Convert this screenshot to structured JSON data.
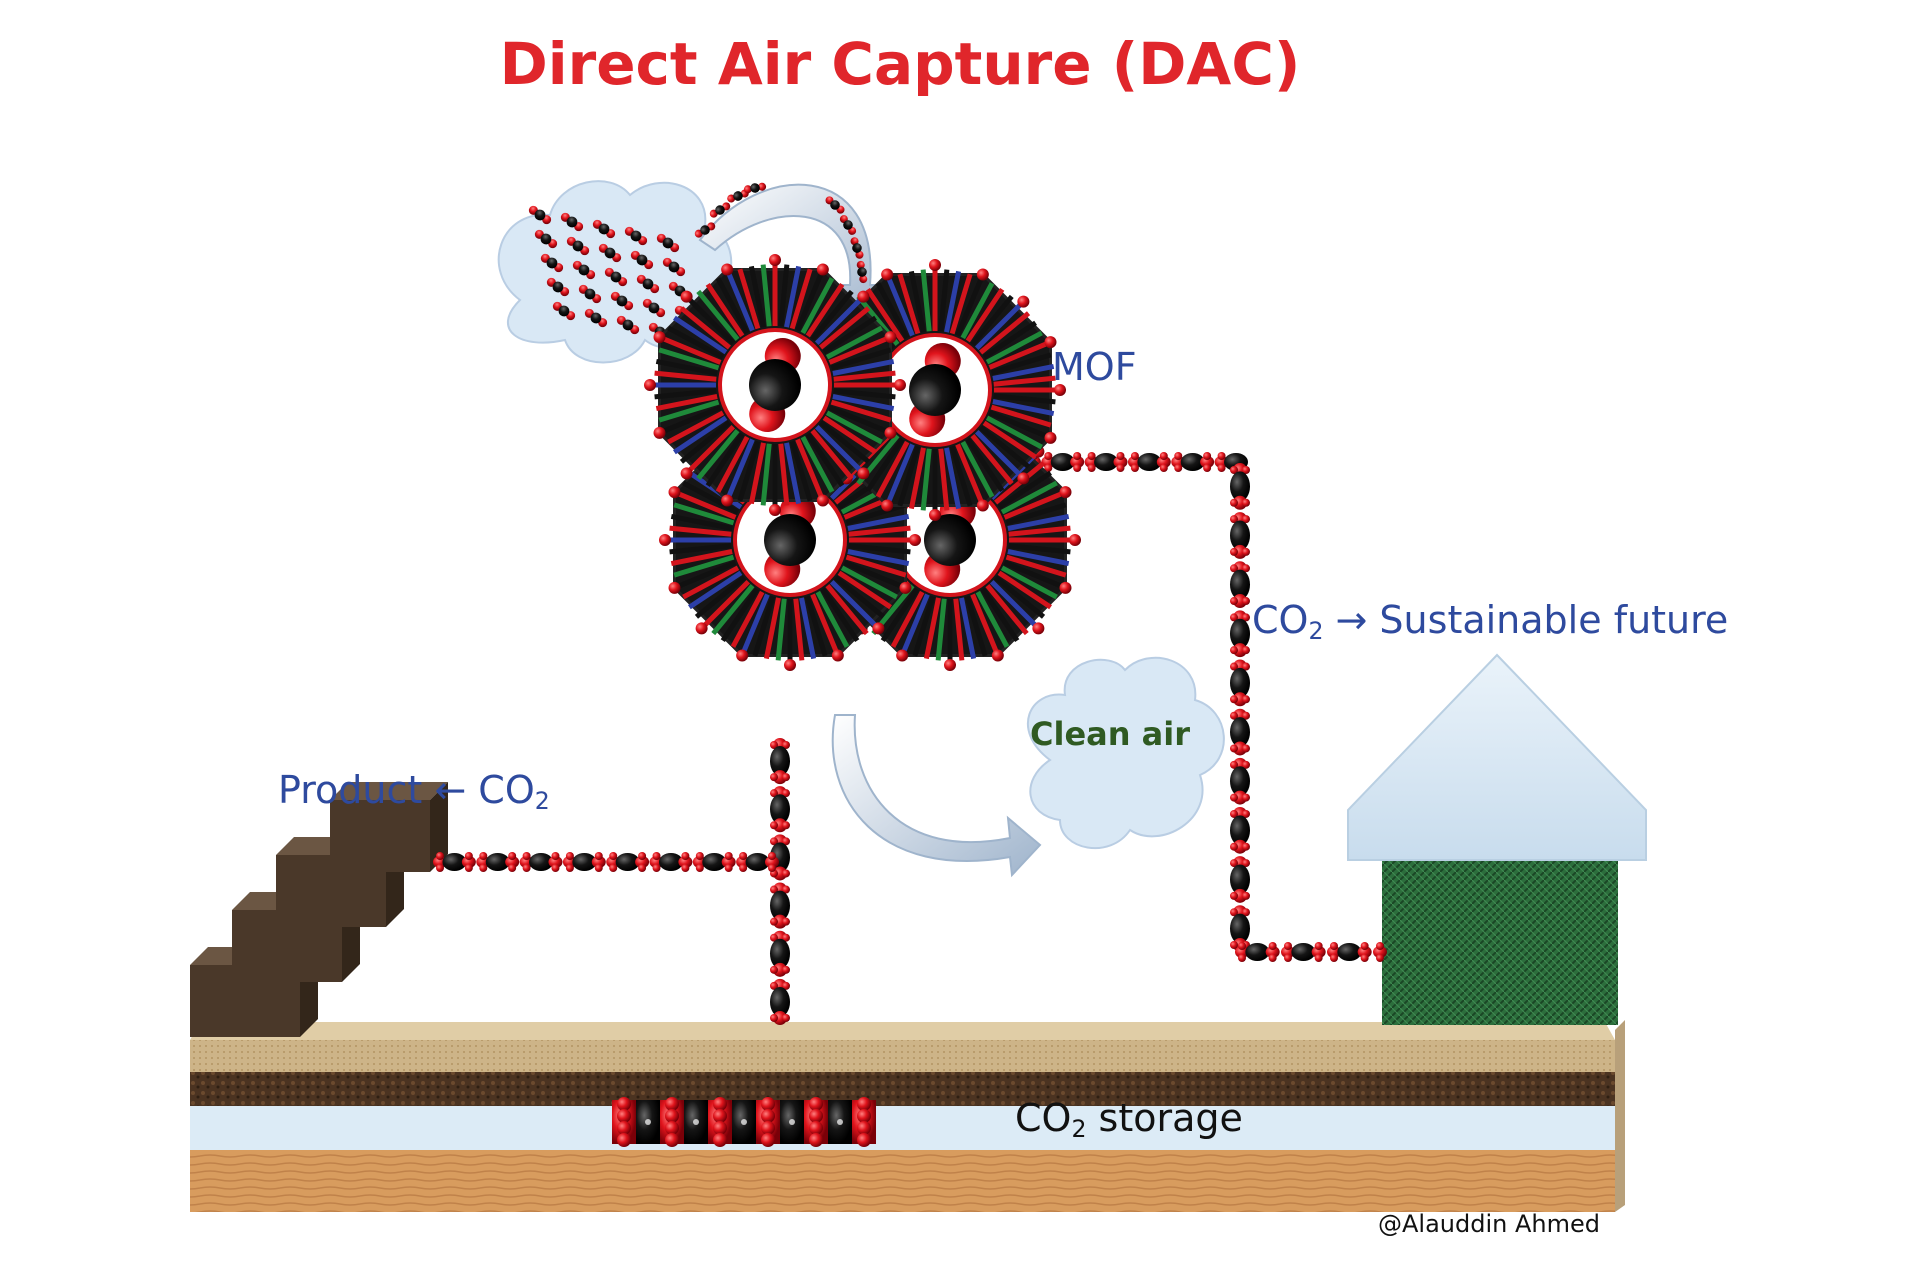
{
  "title": "Direct Air Capture (DAC)",
  "labels": {
    "mof": "MOF",
    "product_prefix": "Product ← CO",
    "product_sub": "2",
    "future_pre": "CO",
    "future_sub": "2",
    "future_post": " → Sustainable future",
    "clean_air": "Clean air",
    "storage_pre": "CO",
    "storage_sub": "2",
    "storage_post": " storage",
    "credit": "@Alauddin Ahmed"
  },
  "colors": {
    "title": "#e0262b",
    "label_blue": "#2e4a9e",
    "clean_air_text": "#2f5a22",
    "co2_red": "#d8141c",
    "co2_black": "#111111",
    "house_roof": "#d5e6f3",
    "house_body": "#2b6b3b",
    "cloud": "#d9e8f5",
    "soil_top": "#cbb285",
    "soil_dark": "#4a3320",
    "storage_layer": "#dcebf6",
    "soil_bottom": "#d89c5e",
    "stairs": "#4a3829"
  },
  "icons": {
    "mof": "mof-framework-icon",
    "cloud_in": "co2-cloud-icon",
    "cloud_out": "clean-air-cloud-icon",
    "house": "house-icon",
    "stairs": "product-blocks-icon"
  }
}
